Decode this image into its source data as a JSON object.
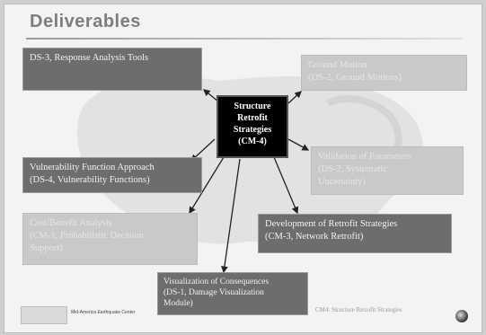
{
  "slide": {
    "title": "Deliverables",
    "center": {
      "lines": [
        "Structure",
        "Retrofit",
        "Strategies",
        "(CM-4)"
      ]
    },
    "boxes": [
      {
        "name": "ds3-box",
        "lines": [
          "DS-3, Response Analysis Tools"
        ]
      },
      {
        "name": "top-right-box",
        "lines": [
          "Ground Motion",
          "(DS-2, Ground Motions)"
        ]
      },
      {
        "name": "vulnerability-box",
        "lines": [
          "Vulnerability Function Approach",
          "(DS-4, Vulnerability Functions)"
        ]
      },
      {
        "name": "inelastic-box",
        "lines": [
          "Validation of Parameters",
          "(DS-2, Systematic",
          "Uncertainty)"
        ]
      },
      {
        "name": "cost-benefit-box",
        "lines": [
          "Cost/Benefit Analysis",
          "(CM-1, Probabilistic Decision",
          "Support)"
        ]
      },
      {
        "name": "retrofit-dev-box",
        "lines": [
          "Development of Retrofit Strategies",
          "(CM-3, Network Retrofit)"
        ]
      },
      {
        "name": "visualization-box",
        "lines": [
          "Visualization of Consequences",
          "(DS-1, Damage Visualization",
          "Module)"
        ]
      }
    ],
    "footer": {
      "logo_text": "Mid-America Earthquake Center",
      "right_text": "CM4: Structure Retrofit Strategies"
    }
  }
}
